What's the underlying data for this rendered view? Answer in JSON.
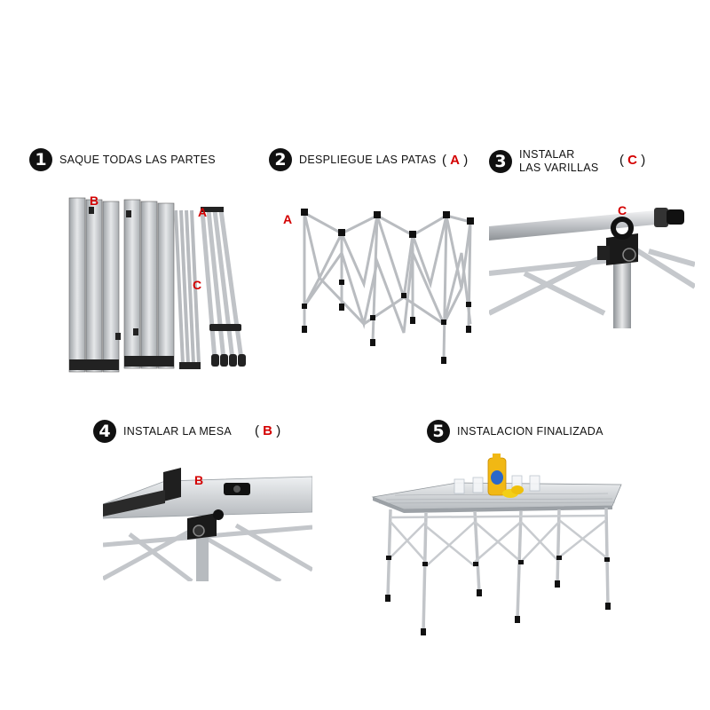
{
  "steps": [
    {
      "number": "1",
      "text": "SAQUE TODAS LAS PARTES"
    },
    {
      "number": "2",
      "text": "DESPLIEGUE LAS PATAS",
      "paren_open": "(",
      "letter": "A",
      "paren_close": ")"
    },
    {
      "number": "3",
      "text_line1": "INSTALAR",
      "text_line2": "LAS VARILLAS",
      "paren_open": "(",
      "letter": "C",
      "paren_close": ")"
    },
    {
      "number": "4",
      "text": "INSTALAR LA MESA",
      "paren_open": "(",
      "letter": "B",
      "paren_close": ")"
    },
    {
      "number": "5",
      "text": "INSTALACION FINALIZADA"
    }
  ],
  "part_labels": {
    "a": "A",
    "b": "B",
    "c": "C"
  },
  "colors": {
    "accent_red": "#d40000",
    "aluminum": "#c9ccd0",
    "black": "#111111"
  }
}
